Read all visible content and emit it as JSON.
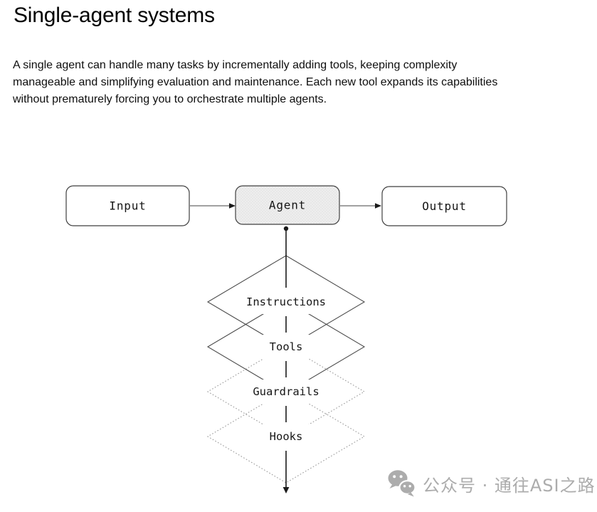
{
  "page": {
    "title": "Single-agent systems",
    "paragraph_lines": [
      "A single agent can handle many tasks by incrementally adding tools, keeping complexity",
      "manageable and simplifying evaluation and maintenance. Each new tool expands its capabilities",
      "without prematurely forcing you to orchestrate multiple agents."
    ]
  },
  "diagram": {
    "nodes": {
      "input": "Input",
      "agent": "Agent",
      "output": "Output"
    },
    "layers": [
      "Instructions",
      "Tools",
      "Guardrails",
      "Hooks"
    ],
    "colors": {
      "box_border": "#3f3f3f",
      "agent_fill": "#eeeeee",
      "agent_dot": "#d8d8d8",
      "connector": "#828282",
      "flow_line": "#1a1a1a",
      "diamond_solid": "#4d4d4d",
      "diamond_dotted": "#9a9a9a",
      "label_text": "#161616"
    }
  },
  "watermark": {
    "icon": "wechat-icon",
    "text": "公众号 · 通往ASI之路",
    "color": "#acacac"
  }
}
